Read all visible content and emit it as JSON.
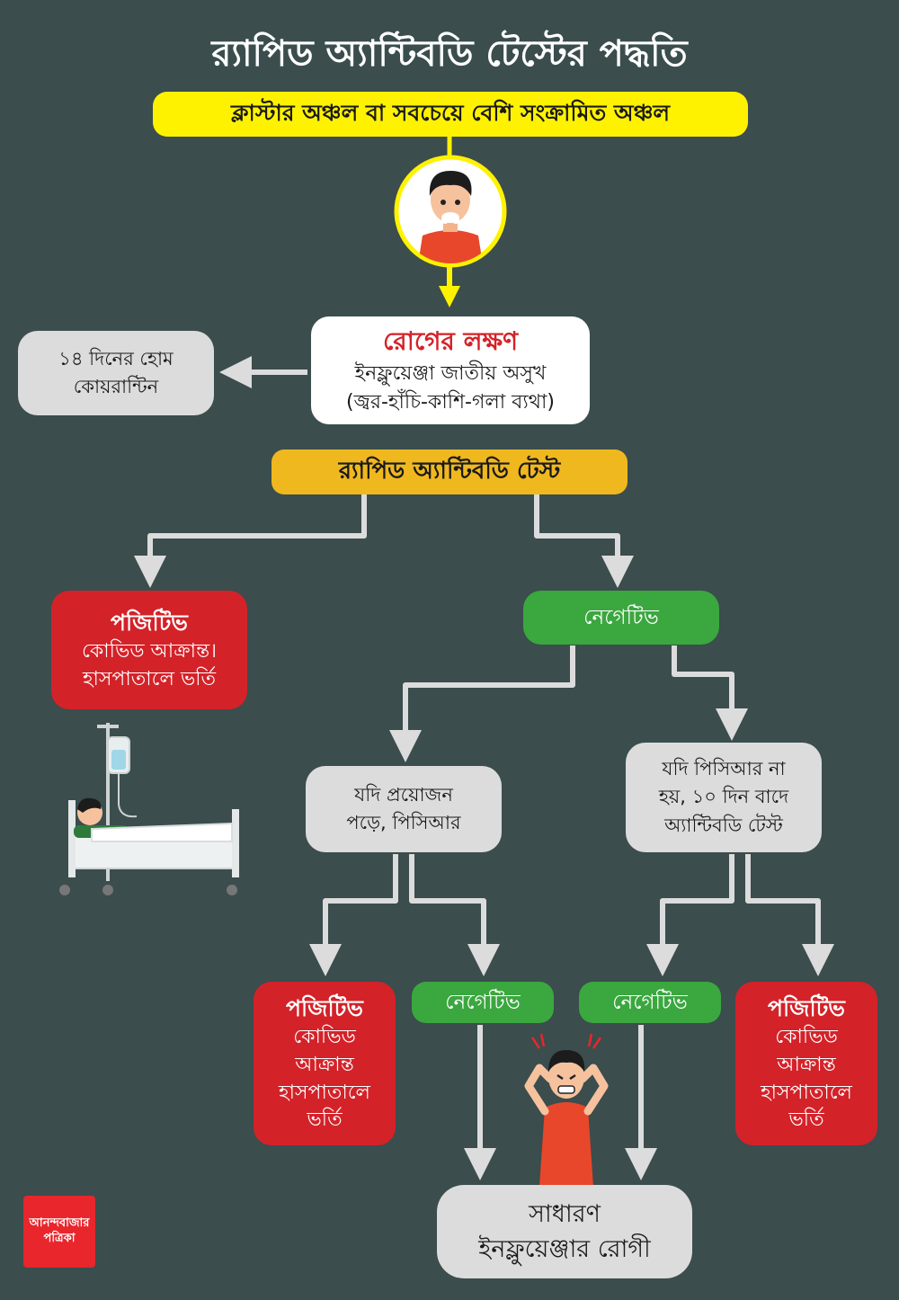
{
  "title": "র‍্যাপিড অ্যান্টিবডি টেস্টের পদ্ধতি",
  "zone": "ক্লাস্টার অঞ্চল বা সবচেয়ে বেশি সংক্রামিত অঞ্চল",
  "symptoms": {
    "heading": "রোগের লক্ষণ",
    "line1": "ইনফ্লুয়েঞ্জা জাতীয় অসুখ",
    "line2": "(জ্বর-হাঁচি-কাশি-গলা ব্যথা)"
  },
  "quarantine": {
    "line1": "১৪ দিনের হোম",
    "line2": "কোয়রান্টিন"
  },
  "rapid_test": "র‍্যাপিড অ্যান্টিবডি টেস্ট",
  "positive_main": {
    "heading": "পজিটিভ",
    "line1": "কোভিড আক্রান্ত।",
    "line2": "হাসপাতালে ভর্তি"
  },
  "negative_main": "নেগেটিভ",
  "pcr_if_needed": {
    "line1": "যদি প্রয়োজন",
    "line2": "পড়ে, পিসিআর"
  },
  "no_pcr": {
    "line1": "যদি পিসিআর না",
    "line2": "হয়, ১০ দিন বাদে",
    "line3": "অ্যান্টিবডি টেস্ট"
  },
  "positive_left": {
    "heading": "পজিটিভ",
    "line1": "কোভিড",
    "line2": "আক্রান্ত",
    "line3": "হাসপাতালে",
    "line4": "ভর্তি"
  },
  "negative_left": "নেগেটিভ",
  "negative_right": "নেগেটিভ",
  "positive_right": {
    "heading": "পজিটিভ",
    "line1": "কোভিড",
    "line2": "আক্রান্ত",
    "line3": "হাসপাতালে",
    "line4": "ভর্তি"
  },
  "result": {
    "line1": "সাধারণ",
    "line2": "ইনফ্লুয়েঞ্জার রোগী"
  },
  "logo": {
    "line1": "আনন্দবাজার",
    "line2": "পত্রিকা"
  },
  "colors": {
    "background": "#3b4d4d",
    "red": "#d42229",
    "green": "#3ba73f",
    "yellow": "#fff200",
    "gold": "#f0b81f",
    "grey": "#dcdcdc",
    "connector": "#dcdcdc"
  }
}
